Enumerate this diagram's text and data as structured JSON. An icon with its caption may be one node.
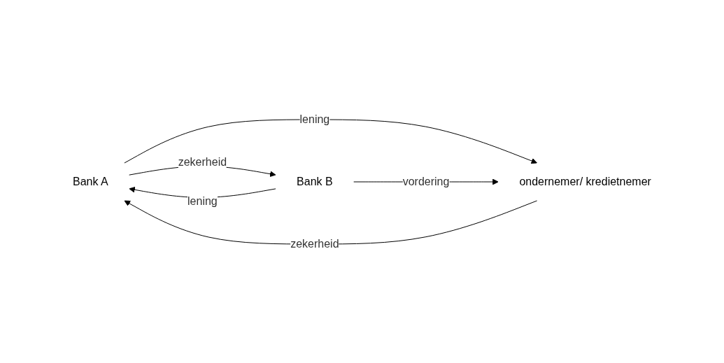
{
  "diagram": {
    "nodes": [
      {
        "text": [
          "Bank A"
        ]
      },
      {
        "text": [
          "ondernemer/ kredietnemer"
        ]
      },
      {
        "text": [
          "Bank B"
        ]
      }
    ],
    "edges": [
      {
        "from": 0,
        "to": 1,
        "arrow": "to",
        "label": "lening"
      },
      {
        "from": 1,
        "to": 0,
        "arrow": "to",
        "label": "zekerheid"
      },
      {
        "from": 2,
        "to": 0,
        "arrow": "to",
        "label": "lening"
      },
      {
        "from": 0,
        "to": 2,
        "arrow": "to",
        "label": "zekerheid"
      },
      {
        "from": 2,
        "to": 1,
        "arrow": "to",
        "label": "vordering"
      }
    ]
  }
}
